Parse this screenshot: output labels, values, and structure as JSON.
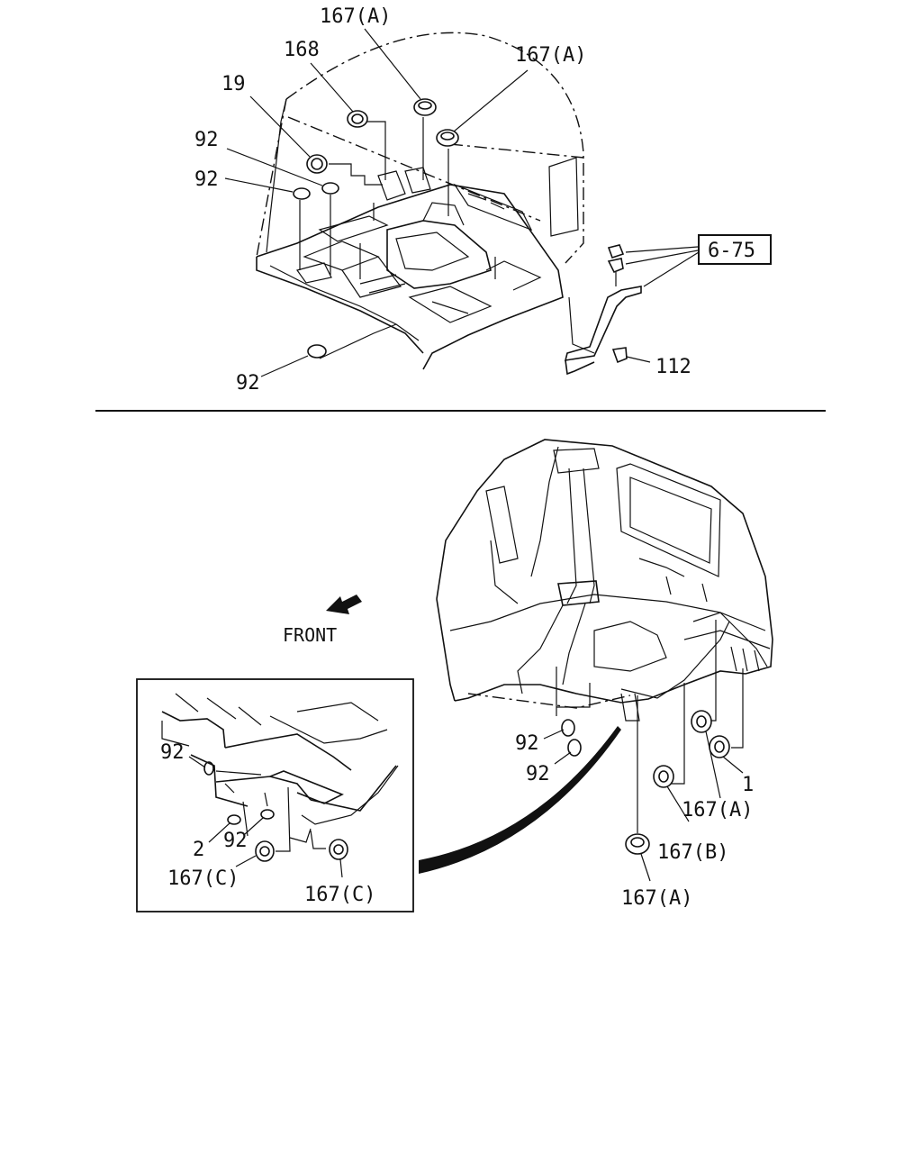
{
  "labels": {
    "top_167a_left": "167(A)",
    "top_168": "168",
    "top_167a_right": "167(A)",
    "top_19": "19",
    "top_92_a": "92",
    "top_92_b": "92",
    "top_6_75": "6-75",
    "top_112": "112",
    "top_92_bottom": "92",
    "front": "FRONT",
    "bot_92_a": "92",
    "bot_92_b": "92",
    "bot_1": "1",
    "bot_167a_right": "167(A)",
    "bot_167b": "167(B)",
    "bot_167a_bottom": "167(A)",
    "inset_92_top": "92",
    "inset_2": "2",
    "inset_92_mid": "92",
    "inset_167c_left": "167(C)",
    "inset_167c_right": "167(C)"
  },
  "icons": {
    "front_arrow": "front-arrow-icon"
  }
}
